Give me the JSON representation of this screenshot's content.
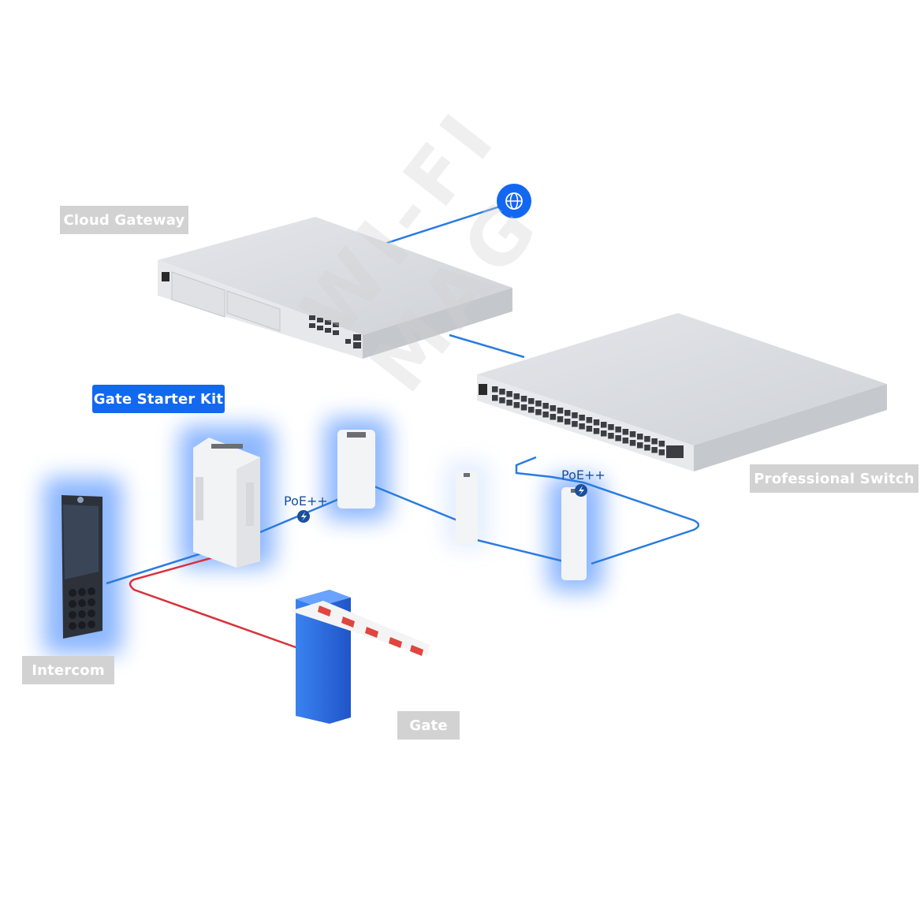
{
  "labels": {
    "cloud_gateway": "Cloud Gateway",
    "gate_starter_kit": "Gate Starter Kit",
    "professional_switch": "Professional Switch",
    "intercom": "Intercom",
    "gate": "Gate",
    "poe_left": "PoE++",
    "poe_right": "PoE++"
  },
  "watermark": "WI-FI MAG",
  "colors": {
    "accent_blue": "#1268f0",
    "link_blue": "#2b7be0",
    "wire_red": "#d9313a",
    "tag_grey": "#d2d2d2",
    "device_grey": "#d9dbe0",
    "gate_blue": "#2f6fe0"
  },
  "icons": [
    "globe-icon",
    "bolt-icon"
  ]
}
